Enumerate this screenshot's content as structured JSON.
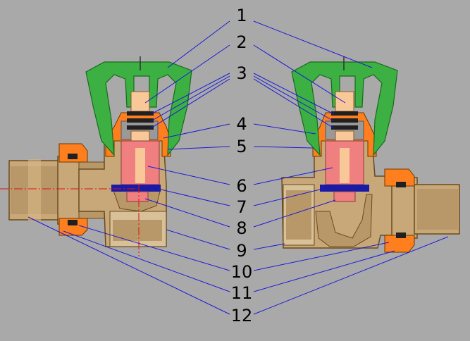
{
  "colors": {
    "background": "#a9a9a9",
    "brass": "#c8a878",
    "brass_dark": "#8a6a3a",
    "handle": "#3cb043",
    "nut": "#ff7f1e",
    "spindle": "#f8c898",
    "insert": "#f08080",
    "seal": "#1a1aa8",
    "leader": "#1a1ad8",
    "axis": "#e01010"
  },
  "labels": [
    "1",
    "2",
    "3",
    "4",
    "5",
    "6",
    "7",
    "8",
    "9",
    "10",
    "11",
    "12"
  ]
}
